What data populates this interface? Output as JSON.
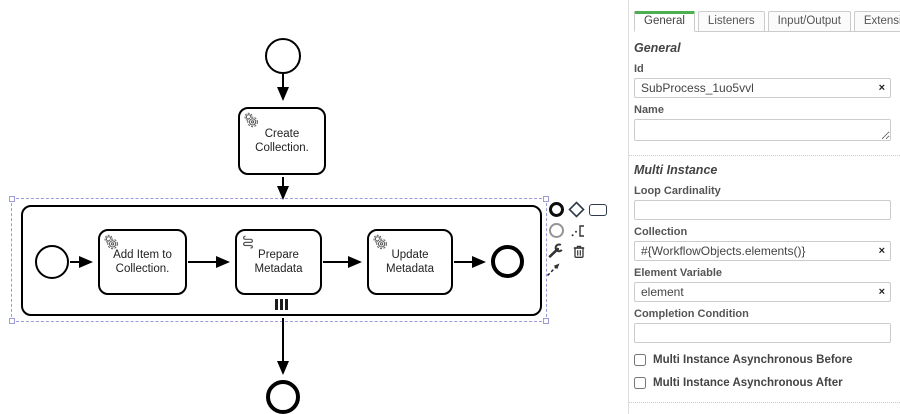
{
  "diagram": {
    "task_create": {
      "line1": "Create",
      "line2": "Collection."
    },
    "task_add_item": {
      "line1": "Add Item to",
      "line2": "Collection."
    },
    "task_prepare": {
      "line1": "Prepare",
      "line2": "Metadata"
    },
    "task_update": {
      "line1": "Update",
      "line2": "Metadata"
    },
    "subprocess_marker": "parallel-multi-instance"
  },
  "context_pad": {
    "items": [
      "append-end-event",
      "append-gateway",
      "append-task",
      "append-intermediate-event",
      "append-text-annotation",
      "change-type",
      "delete",
      "connect-tool"
    ]
  },
  "panel": {
    "tabs": [
      {
        "label": "General"
      },
      {
        "label": "Listeners"
      },
      {
        "label": "Input/Output"
      },
      {
        "label": "Extensions"
      }
    ],
    "clear_glyph": "×",
    "general": {
      "heading": "General",
      "id_label": "Id",
      "id_value": "SubProcess_1uo5vvl",
      "name_label": "Name",
      "name_value": ""
    },
    "multi_instance": {
      "heading": "Multi Instance",
      "loop_cardinality_label": "Loop Cardinality",
      "loop_cardinality_value": "",
      "collection_label": "Collection",
      "collection_value": "#{WorkflowObjects.elements()}",
      "element_variable_label": "Element Variable",
      "element_variable_value": "element",
      "completion_condition_label": "Completion Condition",
      "completion_condition_value": "",
      "async_before_label": "Multi Instance Asynchronous Before",
      "async_after_label": "Multi Instance Asynchronous After"
    }
  },
  "colors": {
    "tab_active_accent": "#4caf50",
    "selection_stroke": "#9a9ae0"
  }
}
